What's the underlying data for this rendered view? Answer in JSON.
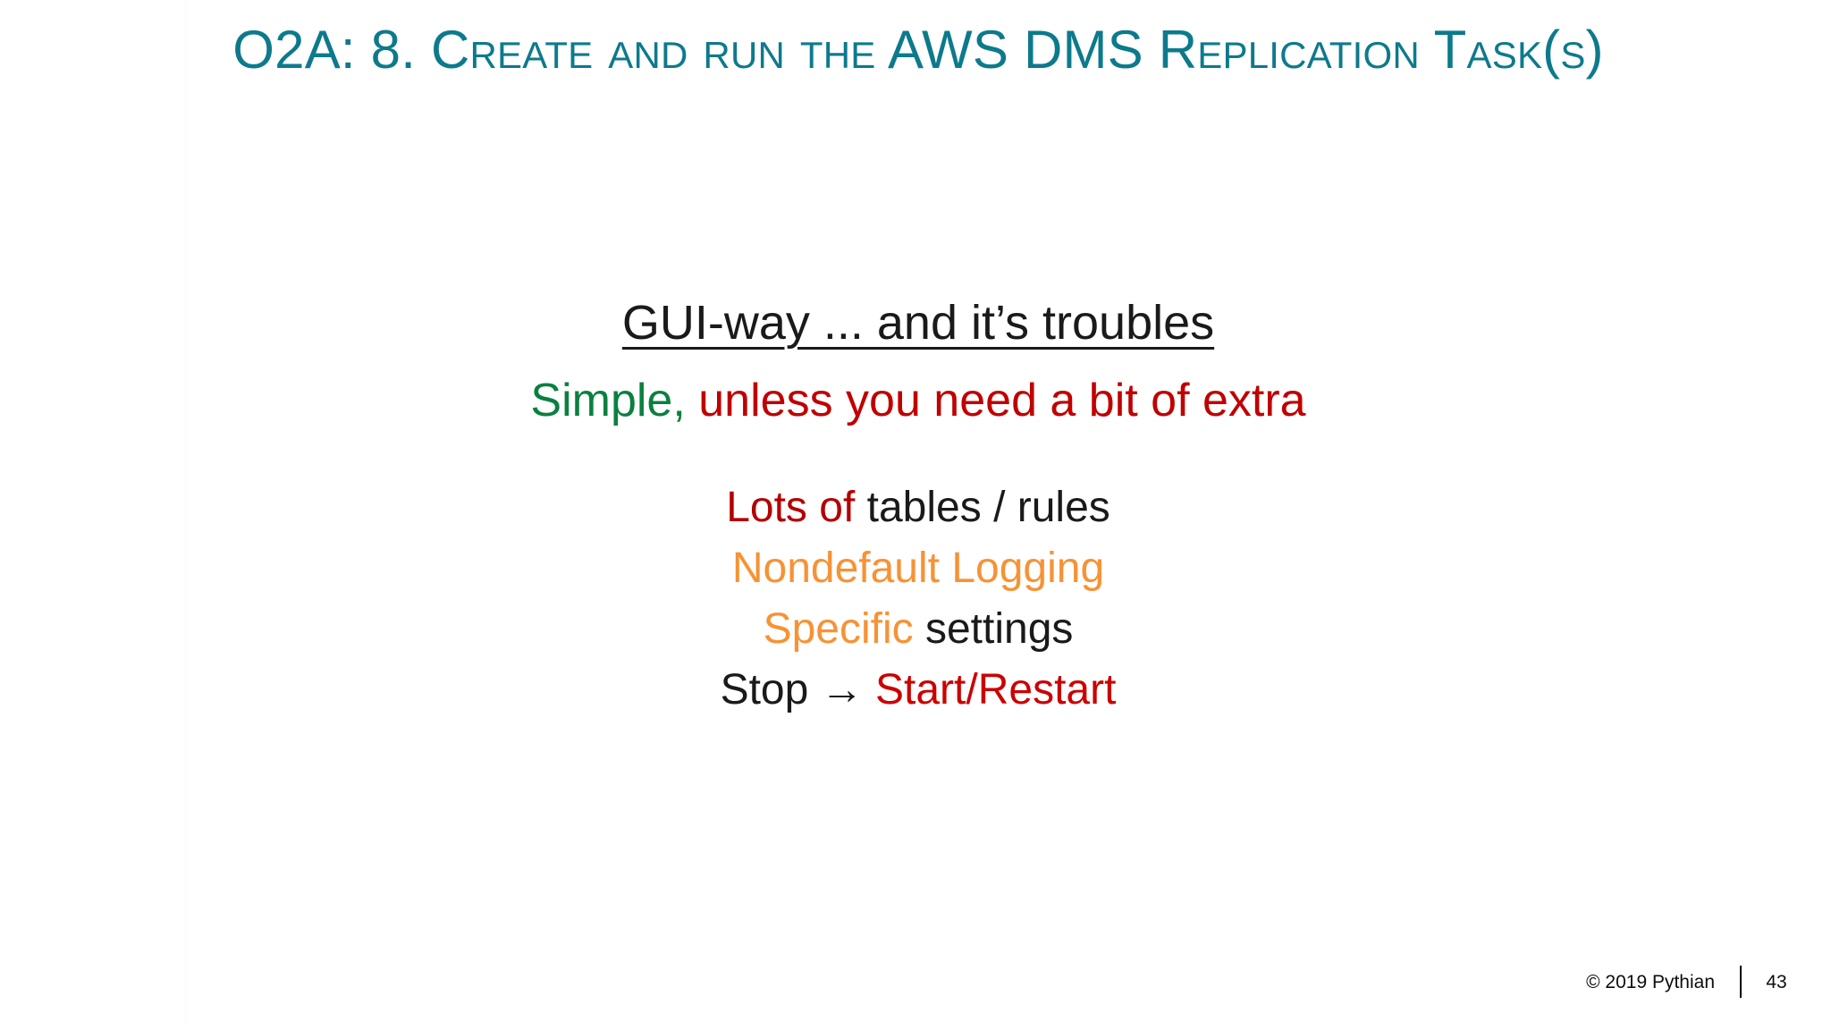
{
  "slide": {
    "title_line1": "O2A: 8. Create and run the AWS DMS Replication",
    "title_line2": "Task(s)",
    "title_full": "O2A: 8. Create and run the AWS DMS Replication Task(s)",
    "title_color": "#0d7a8c",
    "background_color": "#ffffff"
  },
  "body": {
    "heading": "GUI-way ... and it’s troubles",
    "lead": {
      "part_green": "Simple,",
      "part_red": " unless you need a bit of extra",
      "green_color": "#0a8040",
      "red_color": "#c00000"
    },
    "bullets": [
      {
        "segments": [
          {
            "text": "Lots of ",
            "color": "#b30000"
          },
          {
            "text": "tables / rules",
            "color": "#1a1a1a"
          }
        ]
      },
      {
        "segments": [
          {
            "text": "Nondefault Logging",
            "color": "#f79235"
          }
        ]
      },
      {
        "segments": [
          {
            "text": "Specific ",
            "color": "#f79235"
          },
          {
            "text": "settings",
            "color": "#1a1a1a"
          }
        ]
      },
      {
        "segments": [
          {
            "text": "Stop → ",
            "color": "#1a1a1a"
          },
          {
            "text": "Start/Restart",
            "color": "#cc0000"
          }
        ]
      }
    ],
    "bullet_texts": [
      "Lots of tables / rules",
      "Nondefault Logging",
      "Specific settings",
      "Stop → Start/Restart"
    ]
  },
  "footer": {
    "copyright": "© 2019 Pythian",
    "separator": "|",
    "page_number": "43"
  }
}
